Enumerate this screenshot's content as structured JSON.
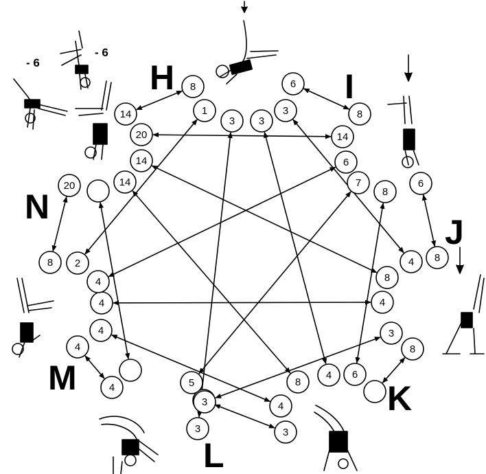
{
  "groups": [
    {
      "id": "H",
      "label": "H"
    },
    {
      "id": "I",
      "label": "I"
    },
    {
      "id": "J",
      "label": "J"
    },
    {
      "id": "K",
      "label": "K"
    },
    {
      "id": "L",
      "label": "L"
    },
    {
      "id": "M",
      "label": "M"
    },
    {
      "id": "N",
      "label": "N"
    }
  ],
  "nodes": [
    {
      "id": "n1",
      "value": "8"
    },
    {
      "id": "n2",
      "value": "14"
    },
    {
      "id": "n3",
      "value": "1"
    },
    {
      "id": "n4",
      "value": "20"
    },
    {
      "id": "n5",
      "value": "3"
    },
    {
      "id": "n6",
      "value": "14"
    },
    {
      "id": "n7",
      "value": "14"
    },
    {
      "id": "n8",
      "value": "6"
    },
    {
      "id": "n9",
      "value": "8"
    },
    {
      "id": "n10",
      "value": "3"
    },
    {
      "id": "n11",
      "value": "3"
    },
    {
      "id": "n12",
      "value": "14"
    },
    {
      "id": "n13",
      "value": "6"
    },
    {
      "id": "n14",
      "value": "7"
    },
    {
      "id": "n15",
      "value": "8"
    },
    {
      "id": "n16",
      "value": "6"
    },
    {
      "id": "n17",
      "value": "8"
    },
    {
      "id": "n18",
      "value": "4"
    },
    {
      "id": "n19",
      "value": "8"
    },
    {
      "id": "n20",
      "value": "4"
    },
    {
      "id": "n21",
      "value": "3"
    },
    {
      "id": "n22",
      "value": "8"
    },
    {
      "id": "n23",
      "value": ""
    },
    {
      "id": "n24",
      "value": "6"
    },
    {
      "id": "n25",
      "value": "4"
    },
    {
      "id": "n26",
      "value": "8"
    },
    {
      "id": "n27",
      "value": "4"
    },
    {
      "id": "n28",
      "value": "3"
    },
    {
      "id": "n29",
      "value": "3"
    },
    {
      "id": "n30",
      "value": "3"
    },
    {
      "id": "n31",
      "value": "5"
    },
    {
      "id": "n32",
      "value": "3"
    },
    {
      "id": "n33",
      "value": ""
    },
    {
      "id": "n34",
      "value": "4"
    },
    {
      "id": "n35",
      "value": "4"
    },
    {
      "id": "n36",
      "value": "4"
    },
    {
      "id": "n37",
      "value": "4"
    },
    {
      "id": "n38",
      "value": "4"
    },
    {
      "id": "n39",
      "value": "2"
    },
    {
      "id": "n40",
      "value": "8"
    },
    {
      "id": "n41",
      "value": "20"
    },
    {
      "id": "n42",
      "value": ""
    }
  ],
  "edges": [
    [
      "n1",
      "n2"
    ],
    [
      "n8",
      "n9"
    ],
    [
      "n16",
      "n17"
    ],
    [
      "n22",
      "n23"
    ],
    [
      "n29",
      "n30"
    ],
    [
      "n35",
      "n36"
    ],
    [
      "n40",
      "n41"
    ],
    [
      "n3",
      "n39"
    ],
    [
      "n4",
      "n12"
    ],
    [
      "n6",
      "n19"
    ],
    [
      "n7",
      "n26"
    ],
    [
      "n5",
      "n28"
    ],
    [
      "n10",
      "n25"
    ],
    [
      "n11",
      "n18"
    ],
    [
      "n13",
      "n38"
    ],
    [
      "n14",
      "n31"
    ],
    [
      "n15",
      "n24"
    ],
    [
      "n37",
      "n20"
    ],
    [
      "n34",
      "n27"
    ],
    [
      "n21",
      "n32"
    ],
    [
      "n42",
      "n33"
    ]
  ],
  "annotations": {
    "penalty_1": "- 6",
    "penalty_2": "- 6"
  }
}
